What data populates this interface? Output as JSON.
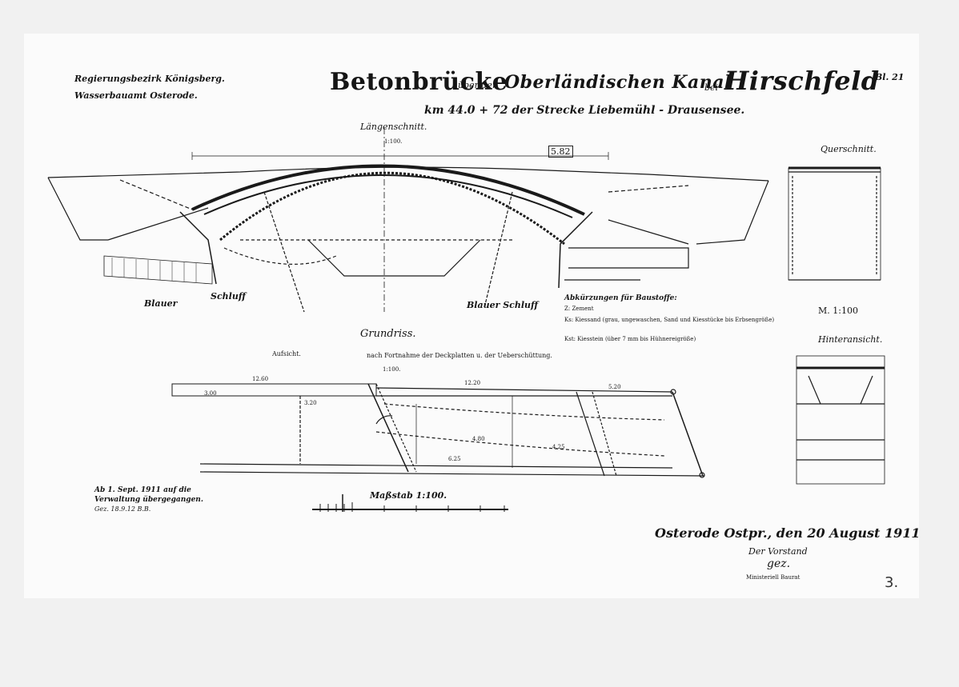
{
  "header": {
    "district_line1": "Regierungsbezirk Königsberg.",
    "district_line2": "Wasserbauamt Osterode.",
    "title_part1": "Betonbrücke",
    "title_connector": "über den",
    "title_part2": "Oberländischen Kanal",
    "title_connector2": "bei",
    "title_part3": "Hirschfeld",
    "subtitle": "km 44.0 + 72 der Strecke Liebemühl - Drausensee.",
    "sheet_number": "Bl. 21"
  },
  "longitudinal_section": {
    "label": "Längenschnitt.",
    "scale": "1:100.",
    "height_mark": "5.82",
    "soil_left_1": "Blauer",
    "soil_left_2": "Schluff",
    "soil_right": "Blauer Schluff",
    "legend_title": "Abkürzungen für Baustoffe:",
    "legend_lines": [
      "Z: Zement",
      "Ks: Kiessand (grau, ungewaschen, Sand und Kiesstücke bis Erbsengröße)",
      "Kst: Kiesstein (über 7 mm bis Hühnereigröße)"
    ]
  },
  "cross_section": {
    "label": "Querschnitt.",
    "scale": "M. 1:100"
  },
  "rear_view": {
    "label": "Hinteransicht."
  },
  "plan": {
    "label": "Grundriss.",
    "left_note": "Aufsicht.",
    "center_note": "nach Fortnahme der Deckplatten u. der Ueberschüttung.",
    "scale": "1:100.",
    "scale_bar_label": "Maßstab 1:100.",
    "dimensions": [
      "12.60",
      "12.20",
      "4.80",
      "3.20",
      "6.25",
      "5.20",
      "3.00",
      "4.25"
    ]
  },
  "margin_note": {
    "line1": "Ab 1. Sept. 1911 auf die",
    "line2": "Verwaltung übergegangen.",
    "line3": "Gez. 18.9.12 B.B."
  },
  "signature": {
    "place_date": "Osterode Ostpr., den 20 August 1911",
    "role": "Der Vorstand",
    "name": "gez.",
    "title": "Ministeriell Baurat"
  },
  "page_number": "3."
}
